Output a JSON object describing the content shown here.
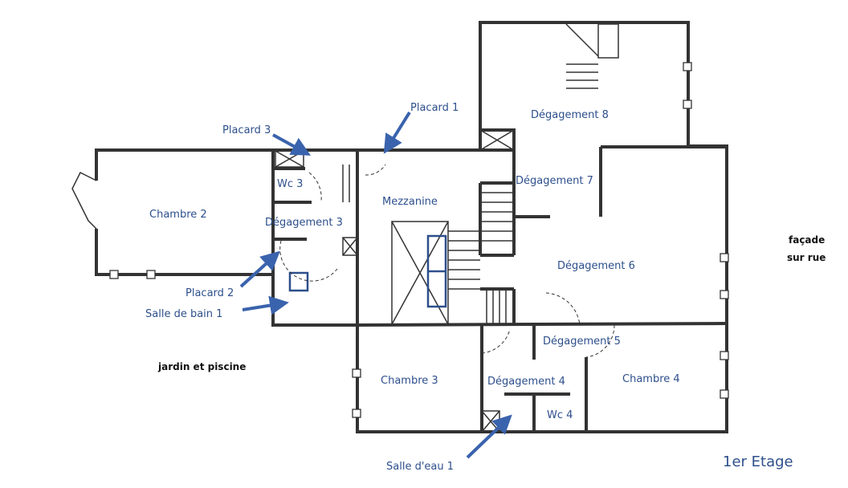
{
  "plan": {
    "title": "1er Etage",
    "rooms": {
      "chambre2": "Chambre 2",
      "wc3": "Wc 3",
      "degagement3": "Dégagement 3",
      "mezzanine": "Mezzanine",
      "degagement7": "Dégagement 7",
      "degagement8": "Dégagement 8",
      "degagement6": "Dégagement 6",
      "degagement5": "Dégagement 5",
      "degagement4": "Dégagement 4",
      "chambre3": "Chambre 3",
      "chambre4": "Chambre 4",
      "wc4": "Wc 4"
    },
    "callouts": {
      "placard1": "Placard 1",
      "placard2": "Placard 2",
      "placard3": "Placard 3",
      "salle_de_bain1": "Salle de bain 1",
      "salle_eau1": "Salle d'eau 1"
    },
    "orientation": {
      "garden": "jardin et piscine",
      "facade_line1": "façade",
      "facade_line2": "sur rue"
    },
    "colors": {
      "label": "#2d4f8c",
      "arrow": "#3a63ad",
      "wall": "#333333"
    }
  }
}
